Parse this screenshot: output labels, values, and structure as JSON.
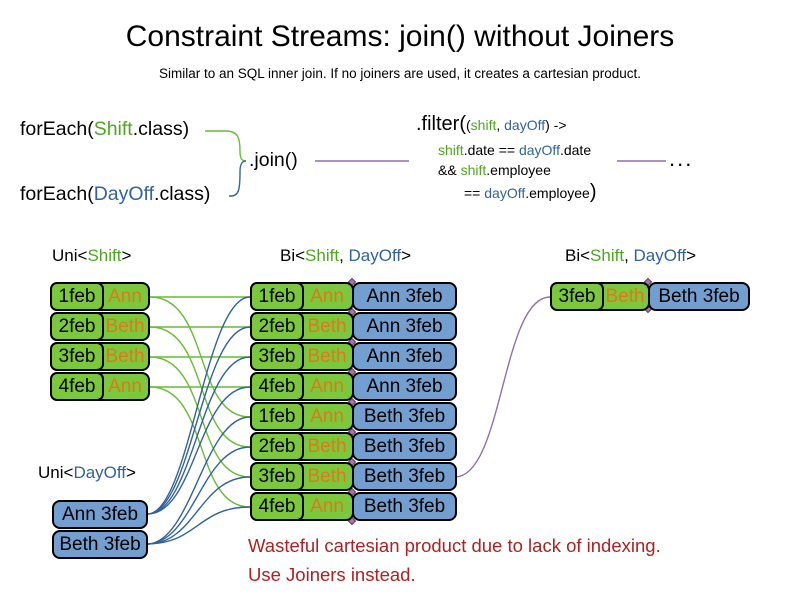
{
  "title": "Constraint Streams: join() without Joiners",
  "subtitle": "Similar to an SQL inner join. If no joiners are used, it creates a cartesian product.",
  "colors": {
    "shift_green_fill": "#7CC83C",
    "dayoff_blue_fill": "#729FCF",
    "employee_orange_text": "#E07818",
    "code_green": "#4EA81E",
    "code_blue": "#31639C",
    "line_green": "#67BE33",
    "line_blue": "#31639C",
    "line_purple": "#8F6FB0",
    "diamond_purple": "#A877A8",
    "warning_red": "#B22020"
  },
  "code": {
    "foreach_shift": {
      "fn": "forEach(",
      "cls": "Shift",
      "end": ".class)"
    },
    "foreach_dayoff": {
      "fn": "forEach(",
      "cls": "DayOff",
      "end": ".class)"
    },
    "join": ".join()",
    "ellipsis": "...",
    "filter": {
      "fn": ".filter(",
      "args_open": "(",
      "arg_shift": "shift",
      "args_comma": ", ",
      "arg_dayoff": "dayOff",
      "args_close": ") ->",
      "l2_shift": "shift",
      "l2_op": ".date == ",
      "l2_dayoff": "dayOff",
      "l2_end": ".date",
      "l3_and": "&& ",
      "l3_shift": "shift",
      "l3_end": ".employee",
      "l4_op": "== ",
      "l4_dayoff": "dayOff",
      "l4_end": ".employee",
      "l4_close": ")"
    }
  },
  "labels": {
    "uni_shift": {
      "pre": "Uni<",
      "t1": "Shift",
      "post": ">"
    },
    "bi_mid": {
      "pre": "Bi<",
      "t1": "Shift",
      "sep": ", ",
      "t2": "DayOff",
      "post": ">"
    },
    "bi_right": {
      "pre": "Bi<",
      "t1": "Shift",
      "sep": ", ",
      "t2": "DayOff",
      "post": ">"
    },
    "uni_dayoff": {
      "pre": "Uni<",
      "t1": "DayOff",
      "post": ">"
    }
  },
  "shifts": [
    {
      "date": "1feb",
      "employee": "Ann"
    },
    {
      "date": "2feb",
      "employee": "Beth"
    },
    {
      "date": "3feb",
      "employee": "Beth"
    },
    {
      "date": "4feb",
      "employee": "Ann"
    }
  ],
  "dayoffs": [
    "Ann 3feb",
    "Beth 3feb"
  ],
  "cartesian": [
    {
      "date": "1feb",
      "employee": "Ann",
      "dayoff": "Ann 3feb"
    },
    {
      "date": "2feb",
      "employee": "Beth",
      "dayoff": "Ann 3feb"
    },
    {
      "date": "3feb",
      "employee": "Beth",
      "dayoff": "Ann 3feb"
    },
    {
      "date": "4feb",
      "employee": "Ann",
      "dayoff": "Ann 3feb"
    },
    {
      "date": "1feb",
      "employee": "Ann",
      "dayoff": "Beth 3feb"
    },
    {
      "date": "2feb",
      "employee": "Beth",
      "dayoff": "Beth 3feb"
    },
    {
      "date": "3feb",
      "employee": "Beth",
      "dayoff": "Beth 3feb"
    },
    {
      "date": "4feb",
      "employee": "Ann",
      "dayoff": "Beth 3feb"
    }
  ],
  "result": {
    "date": "3feb",
    "employee": "Beth",
    "dayoff": "Beth 3feb"
  },
  "warning": {
    "line1": "Wasteful cartesian product due to lack of indexing.",
    "line2": "Use Joiners instead."
  }
}
